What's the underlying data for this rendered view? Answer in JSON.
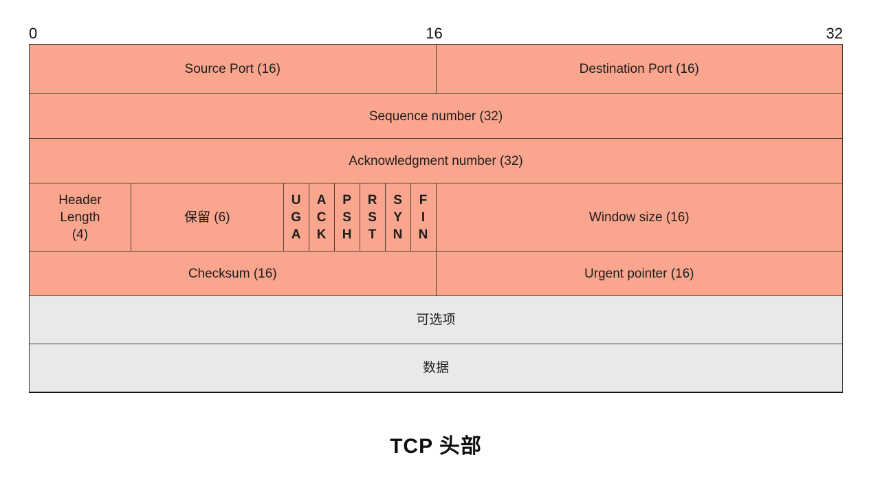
{
  "colors": {
    "field_fill": "#faa68e",
    "optional_fill": "#e9e9ea",
    "grid_line": "#4a4236",
    "text": "#1c1c1c"
  },
  "bit_scale": {
    "start": "0",
    "middle": "16",
    "end": "32"
  },
  "fields": {
    "source_port": "Source Port (16)",
    "destination_port": "Destination Port (16)",
    "sequence_number": "Sequence number (32)",
    "acknowledgment_number": "Acknowledgment number (32)",
    "header_length": "Header\nLength\n(4)",
    "reserved": "保留 (6)",
    "flags": [
      "U\nG\nA",
      "A\nC\nK",
      "P\nS\nH",
      "R\nS\nT",
      "S\nY\nN",
      "F\nI\nN"
    ],
    "window_size": "Window size (16)",
    "checksum": "Checksum (16)",
    "urgent_pointer": "Urgent pointer (16)",
    "options": "可选项",
    "data": "数据"
  },
  "caption": "TCP 头部"
}
